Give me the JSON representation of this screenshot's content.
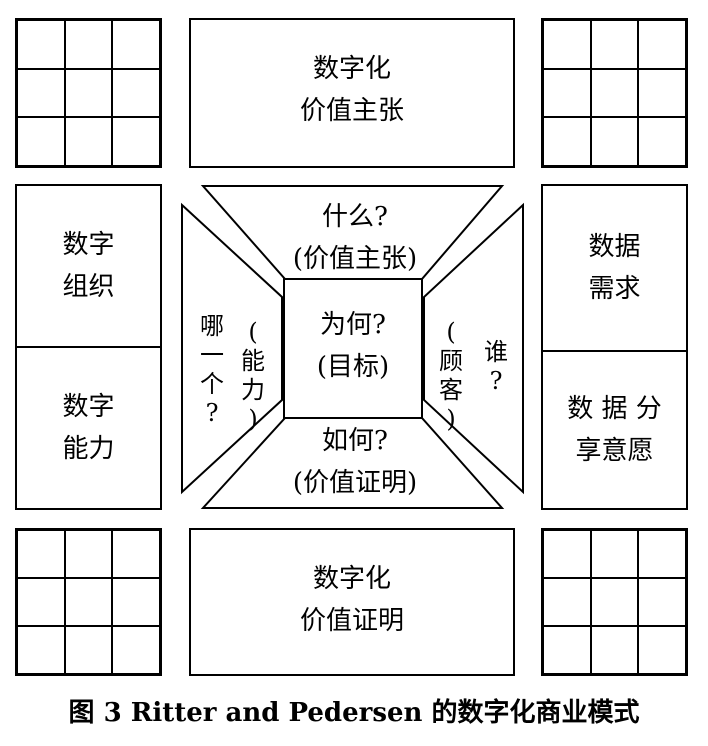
{
  "top_center": {
    "line1": "数字化",
    "line2": "价值主张"
  },
  "bottom_center": {
    "line1": "数字化",
    "line2": "价值证明"
  },
  "left_upper": {
    "line1": "数字",
    "line2": "组织"
  },
  "left_lower": {
    "line1": "数字",
    "line2": "能力"
  },
  "right_upper": {
    "line1": "数据",
    "line2": "需求"
  },
  "right_lower": {
    "line1": "数 据 分",
    "line2": "享意愿"
  },
  "center_box": {
    "line1": "为何?",
    "line2": "(目标)"
  },
  "top_trapezoid": {
    "line1": "什么?",
    "line2": "(价值主张)"
  },
  "bottom_trapezoid": {
    "line1": "如何?",
    "line2": "(价值证明)"
  },
  "left_trapezoid": {
    "outer": [
      "哪",
      "一",
      "个",
      "?"
    ],
    "inner": [
      "(",
      "能",
      "力",
      ")"
    ]
  },
  "right_trapezoid": {
    "outer": [
      "谁",
      "?"
    ],
    "inner": [
      "(",
      "顾",
      "客",
      ")"
    ]
  },
  "caption": "图 3 Ritter and Pedersen  的数字化商业模式"
}
